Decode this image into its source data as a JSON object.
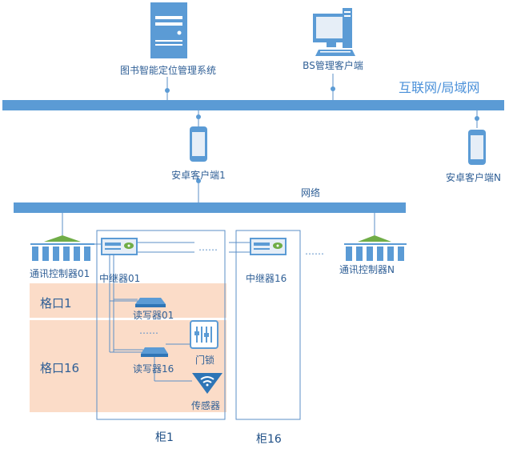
{
  "labels": {
    "library_server": "图书智能定位管理系统",
    "bs_client": "BS管理客户端",
    "internet": "互联网/局域网",
    "android_client_1": "安卓客户端1",
    "android_client_n": "安卓客户端N",
    "network": "网络",
    "controller_01": "通讯控制器01",
    "controller_n": "通讯控制器N",
    "relay_01": "中继器01",
    "relay_16": "中继器16",
    "slot_1": "格口1",
    "slot_16": "格口16",
    "reader_01": "读写器01",
    "reader_16": "读写器16",
    "door_lock": "门锁",
    "sensor": "传感器",
    "cabinet_1": "柜1",
    "cabinet_16": "柜16",
    "dots": "……"
  },
  "colors": {
    "bus": "#5b9bd5",
    "line": "#5b8fc7",
    "zone_fill": "#fbdcc8",
    "text": "#2f5f96",
    "controller_green": "#70ad47"
  }
}
